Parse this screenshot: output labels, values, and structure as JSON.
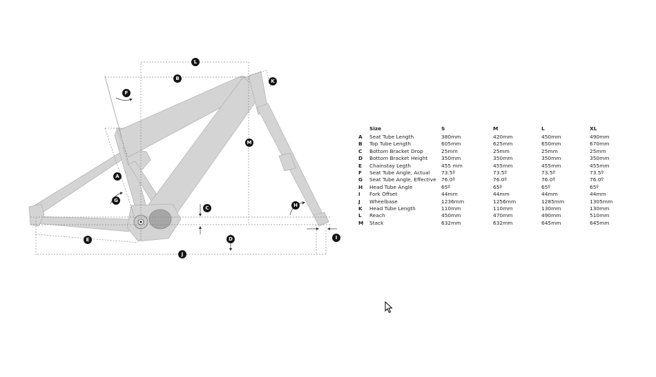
{
  "colors": {
    "frame": "#d4d4d4",
    "frame_outline": "#b4b4b4",
    "dim_line": "#888888",
    "marker": "#141414",
    "text": "#222222"
  },
  "markers": [
    "A",
    "B",
    "C",
    "D",
    "E",
    "F",
    "G",
    "H",
    "I",
    "J",
    "K",
    "L",
    "M"
  ],
  "table": {
    "header": {
      "letter": "",
      "name": "Size",
      "sizes": [
        "S",
        "M",
        "L",
        "XL"
      ]
    },
    "rows": [
      {
        "letter": "A",
        "name": "Seat Tube Length",
        "values": [
          "380mm",
          "420mm",
          "450mm",
          "490mm"
        ]
      },
      {
        "letter": "B",
        "name": "Top Tube Length",
        "values": [
          "605mm",
          "625mm",
          "650mm",
          "670mm"
        ]
      },
      {
        "letter": "C",
        "name": "Bottom Bracket Drop",
        "values": [
          "25mm",
          "25mm",
          "25mm",
          "25mm"
        ]
      },
      {
        "letter": "D",
        "name": "Bottom Bracket Height",
        "values": [
          "350mm",
          "350mm",
          "350mm",
          "350mm"
        ]
      },
      {
        "letter": "E",
        "name": "Chainstay Legth",
        "values": [
          "455 mm",
          "455mm",
          "455mm",
          "455mm"
        ]
      },
      {
        "letter": "F",
        "name": "Seat Tube Angle, Actual",
        "values": [
          "73.5º",
          "73.5º",
          "73.5º",
          "73.5º"
        ]
      },
      {
        "letter": "G",
        "name": "Seat Tube Angle, Effective",
        "values": [
          "76.0º",
          "76.0º",
          "76.0º",
          "76.0º"
        ]
      },
      {
        "letter": "H",
        "name": "Head Tube Angle",
        "values": [
          "65º",
          "65º",
          "65º",
          "65º"
        ]
      },
      {
        "letter": "I",
        "name": "Fork Offset",
        "values": [
          "44mm",
          "44mm",
          "44mm",
          "44mm"
        ]
      },
      {
        "letter": "J",
        "name": "Wheelbase",
        "values": [
          "1236mm",
          "1256mm",
          "1285mm",
          "1305mm"
        ]
      },
      {
        "letter": "K",
        "name": "Head Tube Length",
        "values": [
          "110mm",
          "110mm",
          "130mm",
          "130mm"
        ]
      },
      {
        "letter": "L",
        "name": "Reach",
        "values": [
          "450mm",
          "470mm",
          "490mm",
          "510mm"
        ]
      },
      {
        "letter": "M",
        "name": "Stack",
        "values": [
          "632mm",
          "632mm",
          "645mm",
          "645mm"
        ]
      }
    ]
  }
}
